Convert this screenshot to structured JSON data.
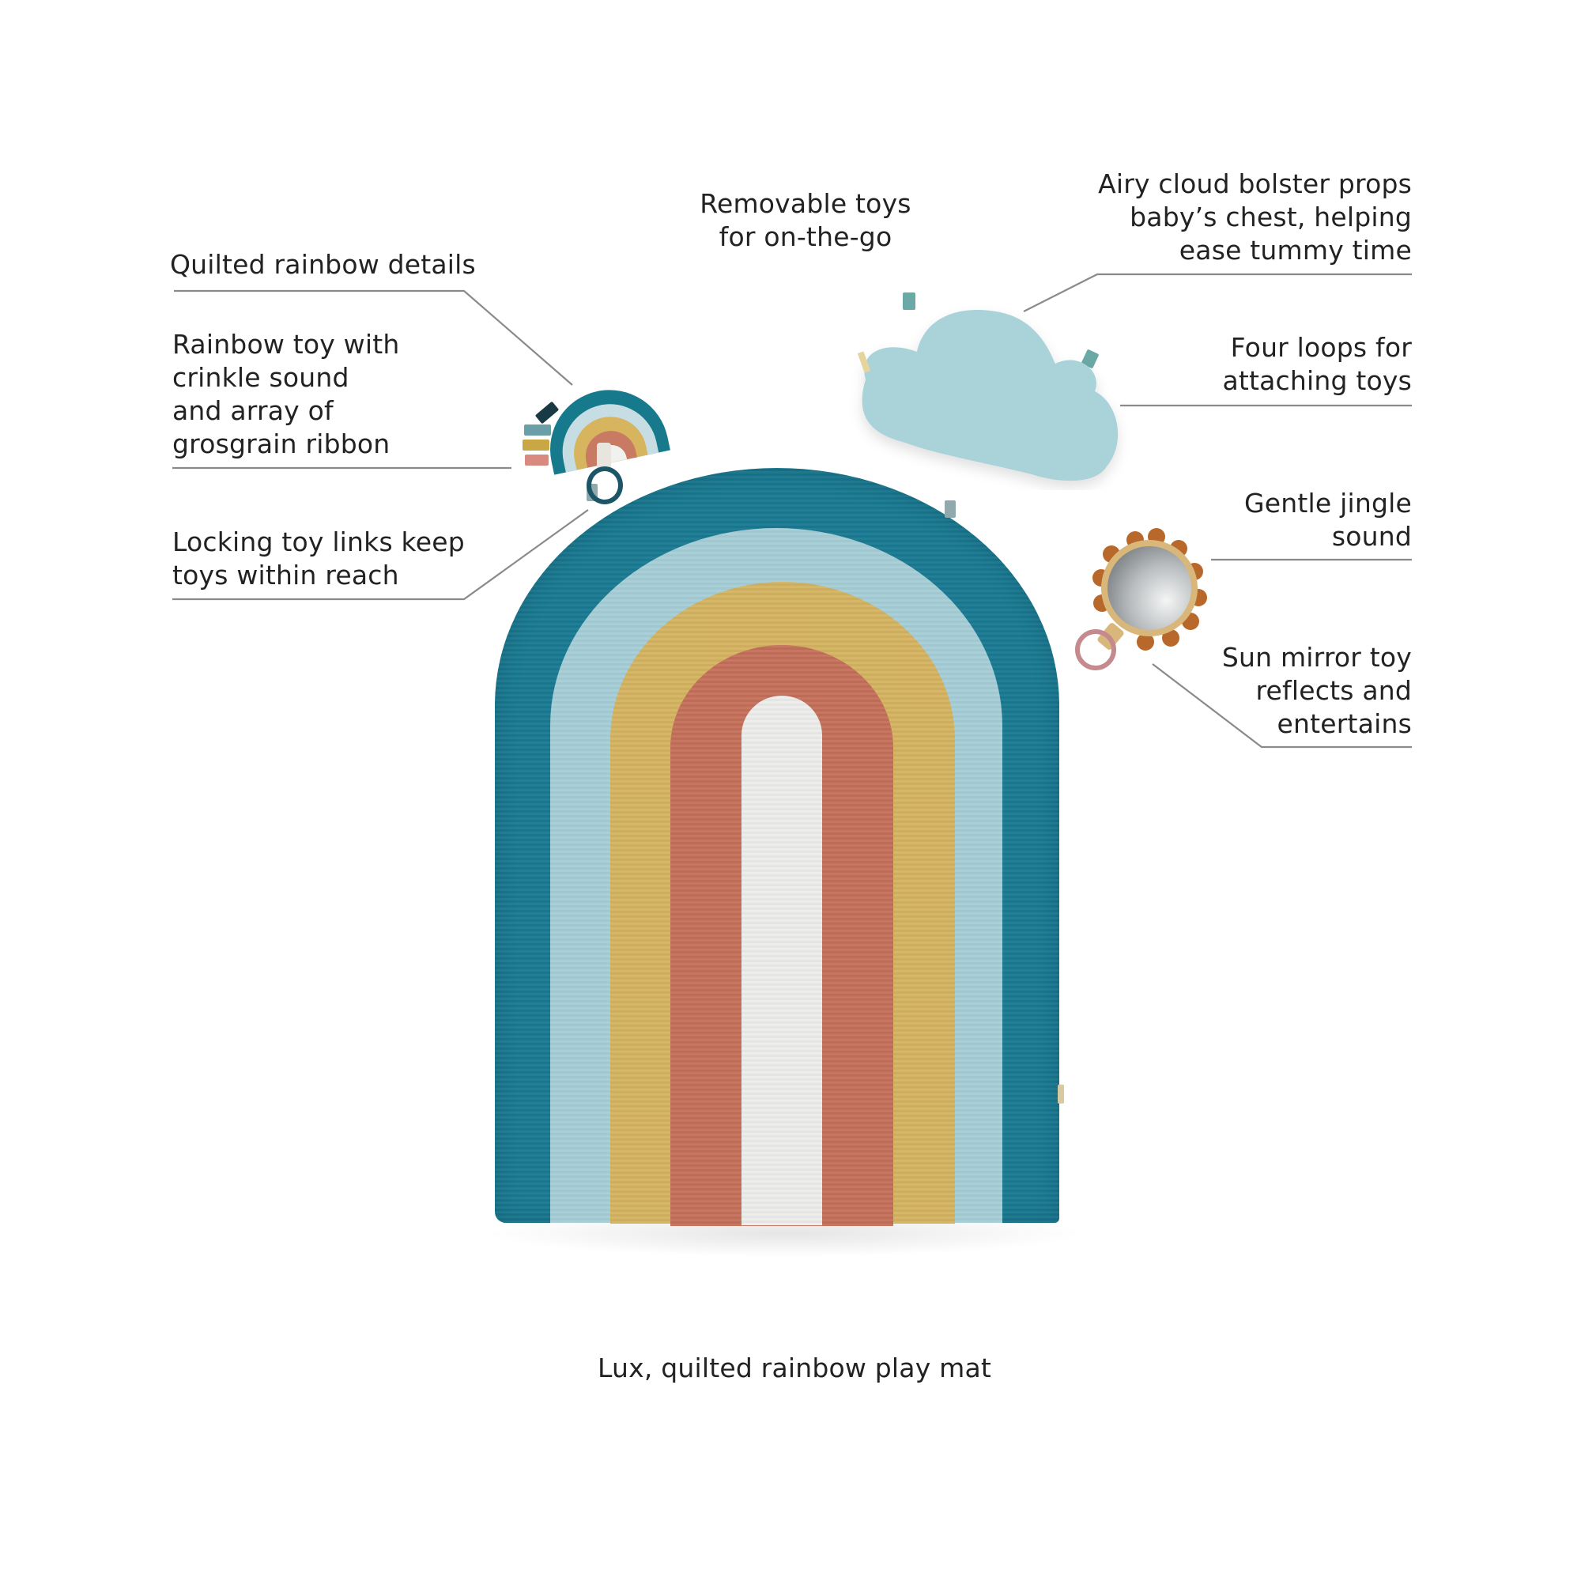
{
  "callouts": {
    "quilted_rainbow": "Quilted rainbow details",
    "rainbow_toy": "Rainbow toy with\ncrinkle sound\nand array of\ngrosgrain ribbon",
    "locking_links": "Locking toy links keep\ntoys within reach",
    "removable_toys": "Removable toys\nfor on-the-go",
    "cloud_bolster": "Airy cloud bolster props\nbaby’s chest, helping\nease tummy time",
    "four_loops": "Four loops for\nattaching toys",
    "jingle": "Gentle jingle\nsound",
    "sun_mirror": "Sun mirror toy\nreflects and\nentertains"
  },
  "caption": "Lux, quilted rainbow play mat",
  "product_images": {
    "play_mat": "quilted-rainbow-play-mat",
    "rainbow_toy": "rainbow-crinkle-toy",
    "cloud": "cloud-bolster-pillow",
    "mirror": "sun-mirror-toy"
  },
  "colors": {
    "teal": "#197a92",
    "light_blue": "#a6cdd6",
    "gold": "#d4b361",
    "terracotta": "#c4705b",
    "cream": "#ececea",
    "cloud": "#a9d3d9",
    "sun_bumps": "#b8682a",
    "mirror_frame": "#d9b77a",
    "pink_ring": "#c58a8e",
    "leader_line": "#8a8a8a"
  }
}
